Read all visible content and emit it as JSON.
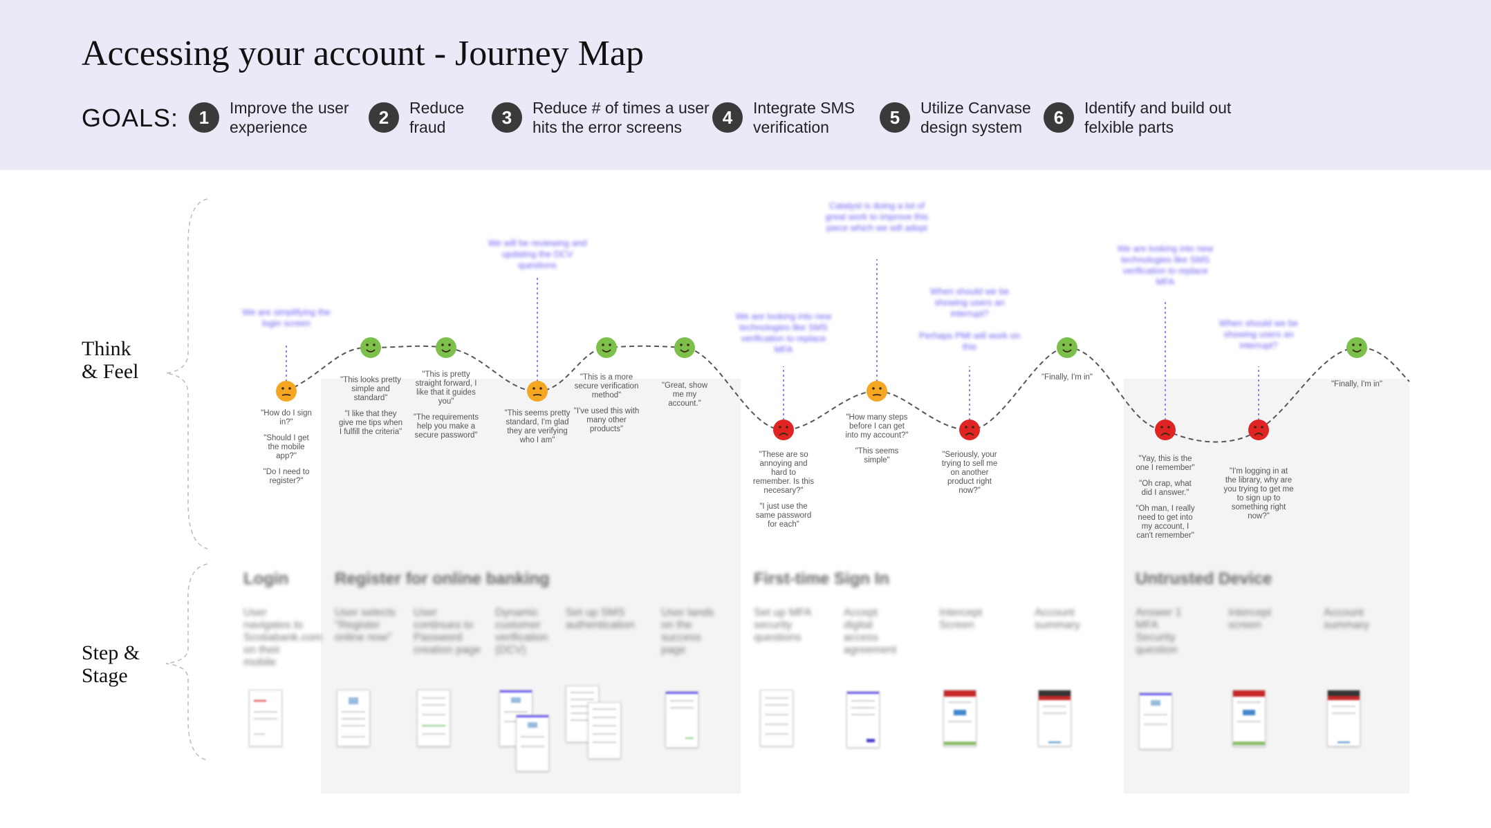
{
  "title": "Accessing your account - Journey Map",
  "goals_label": "GOALS:",
  "goals": [
    {
      "num": "1",
      "text": "Improve the user\nexperience"
    },
    {
      "num": "2",
      "text": "Reduce\nfraud"
    },
    {
      "num": "3",
      "text": "Reduce # of times a user\nhits the error screens"
    },
    {
      "num": "4",
      "text": "Integrate SMS\nverification"
    },
    {
      "num": "5",
      "text": "Utilize Canvase\ndesign system"
    },
    {
      "num": "6",
      "text": "Identify and build out\nfelxible parts"
    }
  ],
  "rows": {
    "think": "Think\n& Feel",
    "step": "Step &\nStage"
  },
  "colors": {
    "header": "#ebe9f8",
    "happy": "#7cc04b",
    "neutral": "#f5a623",
    "sad": "#e02424",
    "note": "#6a5cf0",
    "band": "#f4f4f4"
  },
  "points": [
    {
      "mood": "neutral",
      "quotes": [
        "\"How do I sign in?\"",
        "\"Should I get the mobile app?\"",
        "\"Do I need to register?\""
      ],
      "note": "We are simplifying the login screen"
    },
    {
      "mood": "happy",
      "quotes": [
        "\"This looks pretty simple and standard\"",
        "\"I like that they give me tips when I fulfill the criteria\""
      ]
    },
    {
      "mood": "happy",
      "quotes": [
        "\"This is pretty straight forward, I like that it guides you\"",
        "\"The requirements help you make a secure password\""
      ]
    },
    {
      "mood": "neutral",
      "quotes": [
        "\"This seems pretty standard, I'm glad they are verifying who I am\""
      ],
      "note": "We will be reviewing and updating the DCV questions"
    },
    {
      "mood": "happy",
      "quotes": [
        "\"This is a more secure verification method\"",
        "\"I've used this with many other products\""
      ]
    },
    {
      "mood": "happy",
      "quotes": [
        "\"Great, show me my account.\""
      ]
    },
    {
      "mood": "sad",
      "quotes": [
        "\"These are so annoying and hard to remember. Is this necesary?\"",
        "\"I just use the same password for each\""
      ],
      "note": "We are looking into new technologies like SMS verification to replace MFA"
    },
    {
      "mood": "neutral",
      "quotes": [
        "\"How many steps before I can get into my account?\"",
        "\"This seems simple\""
      ],
      "note": "Catalyst is doing a lot of great work to improve this piece which we will adopt"
    },
    {
      "mood": "sad",
      "quotes": [
        "\"Seriously, your trying to sell me on another product right now?\""
      ],
      "note": "When should we be showing users an interrupt?\n\nPerhaps PMI will work on this"
    },
    {
      "mood": "happy",
      "quotes": [
        "\"Finally, I'm in\""
      ]
    },
    {
      "mood": "sad",
      "quotes": [
        "\"Yay, this is the one I remember\"",
        "\"Oh crap, what did I answer.\"",
        "\"Oh man, I really need to get into my account, I can't remember\""
      ],
      "note": "We are looking into new technologies like SMS verification to replace MFA"
    },
    {
      "mood": "sad",
      "quotes": [
        "\"I'm logging in at the library, why are you trying to get me to sign up to something right now?\""
      ],
      "note": "When should we be showing users an interrupt?"
    },
    {
      "mood": "happy",
      "quotes": [
        "\"Finally, I'm in\""
      ]
    }
  ],
  "stages": [
    "Login",
    "Register for online banking",
    "First-time Sign In",
    "Untrusted Device"
  ],
  "steps": [
    "User navigates to Scotiabank.com on their mobile",
    "User selects \"Register online now\"",
    "User continues to Password creation page",
    "Dynamic customer verification (DCV)",
    "Set up SMS authentication",
    "User lands on the success page",
    "Set up MFA security questions",
    "Accept digital access agreement",
    "Intercept Screen",
    "Account summary",
    "Answer 1 MFA Security question",
    "Intercept screen",
    "Account summary"
  ]
}
